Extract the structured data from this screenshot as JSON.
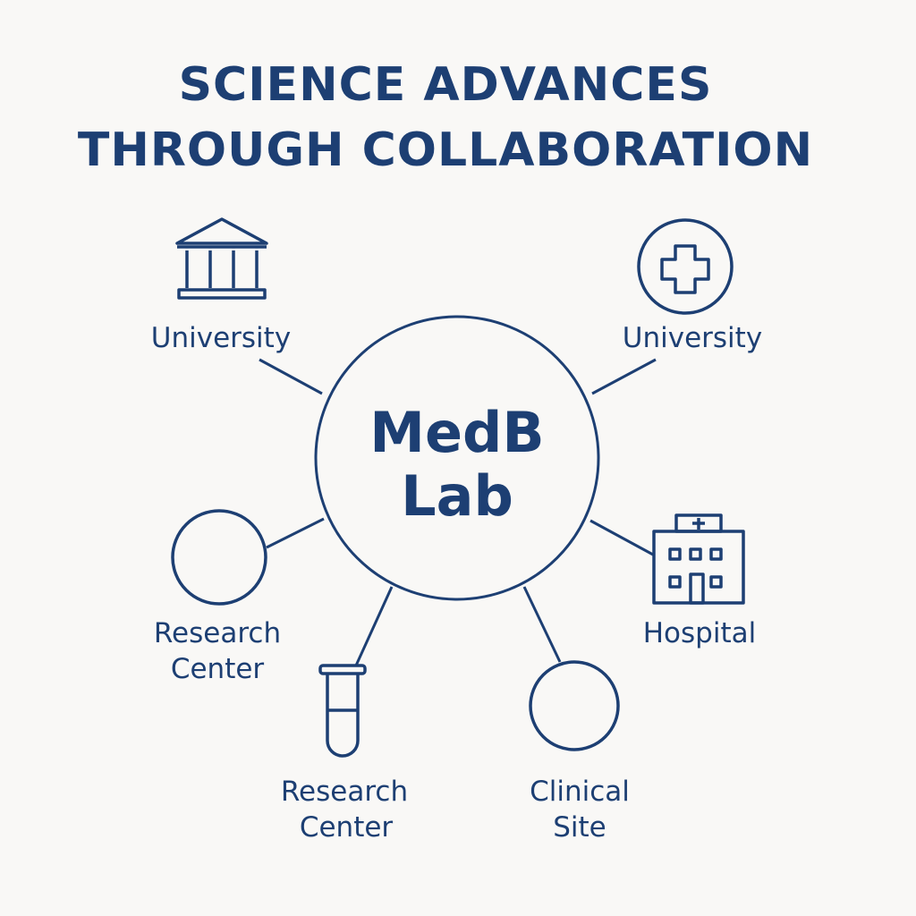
{
  "title": {
    "line1": "SCIENCE ADVANCES",
    "line2": "THROUGH COLLABORATION"
  },
  "center": {
    "line1": "MedB",
    "line2": "Lab"
  },
  "nodes": [
    {
      "id": "university-left",
      "icon": "university-building-icon",
      "label_lines": [
        "University"
      ]
    },
    {
      "id": "university-right",
      "icon": "medical-cross-icon",
      "label_lines": [
        "University"
      ]
    },
    {
      "id": "research-center-left",
      "icon": "circle-icon",
      "label_lines": [
        "Research",
        "Center"
      ]
    },
    {
      "id": "hospital",
      "icon": "hospital-building-icon",
      "label_lines": [
        "Hospital"
      ]
    },
    {
      "id": "research-center-bottom",
      "icon": "test-tube-icon",
      "label_lines": [
        "Research",
        "Center"
      ]
    },
    {
      "id": "clinical-site",
      "icon": "circle-icon",
      "label_lines": [
        "Clinical",
        "Site"
      ]
    }
  ],
  "colors": {
    "primary": "#1d3f73",
    "background": "#f9f8f6"
  }
}
